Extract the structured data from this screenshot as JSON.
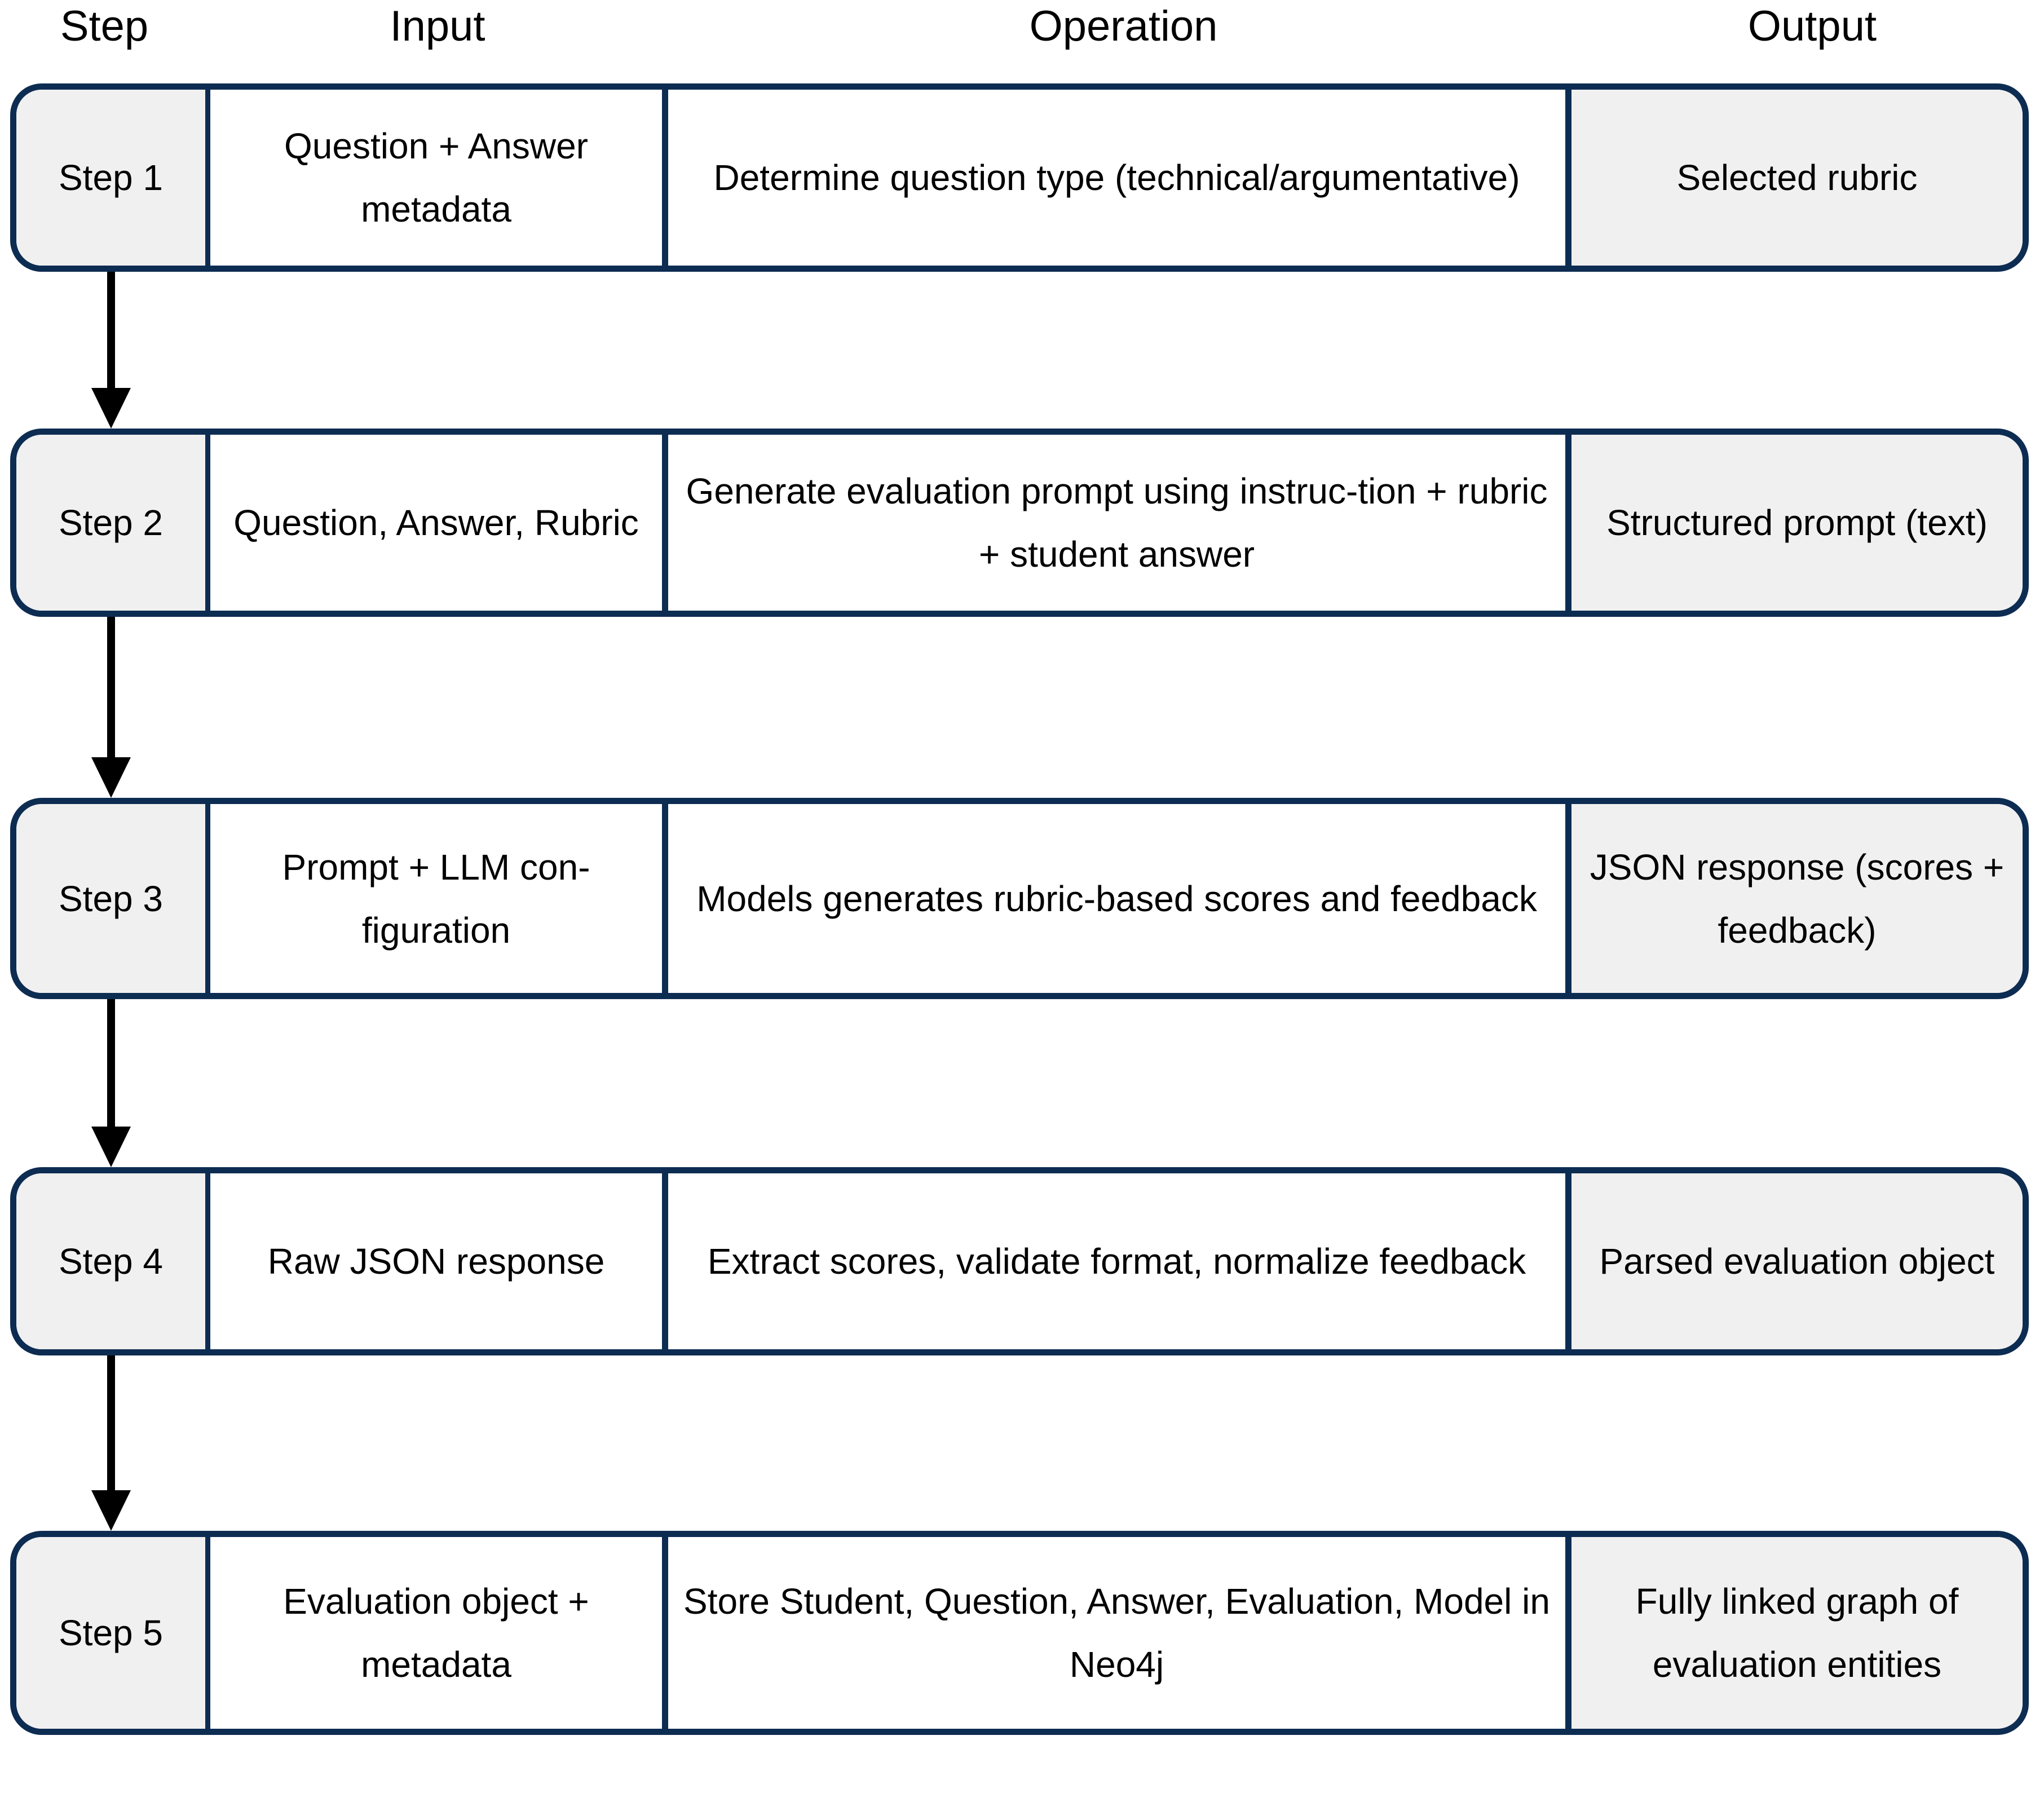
{
  "columns": {
    "step": "Step",
    "input": "Input",
    "operation": "Operation",
    "output": "Output"
  },
  "colors": {
    "border": "#0d2c52",
    "cell_fill_gray": "#f0f0f0",
    "cell_fill_white": "#ffffff",
    "arrow": "#000000",
    "text": "#000000"
  },
  "rows": [
    {
      "step": "Step 1",
      "input": "Question + Answer metadata",
      "operation": "Determine question type (technical/argumentative)",
      "output": "Selected rubric"
    },
    {
      "step": "Step 2",
      "input": "Question, Answer, Rubric",
      "operation": "Generate evaluation prompt using instruc-tion + rubric + student answer",
      "output": "Structured prompt (text)"
    },
    {
      "step": "Step 3",
      "input": "Prompt + LLM con-figuration",
      "operation": "Models generates rubric-based scores and feedback",
      "output": "JSON response (scores + feedback)"
    },
    {
      "step": "Step 4",
      "input": "Raw JSON response",
      "operation": "Extract scores, validate format, normalize feedback",
      "output": "Parsed evaluation object"
    },
    {
      "step": "Step 5",
      "input": "Evaluation object + metadata",
      "operation": "Store Student, Question, Answer, Evaluation, Model in Neo4j",
      "output": "Fully linked graph of evaluation entities"
    }
  ],
  "connectors": [
    {
      "from": "Step 1",
      "to": "Step 2",
      "icon": "down-arrow-icon"
    },
    {
      "from": "Step 2",
      "to": "Step 3",
      "icon": "down-arrow-icon"
    },
    {
      "from": "Step 3",
      "to": "Step 4",
      "icon": "down-arrow-icon"
    },
    {
      "from": "Step 4",
      "to": "Step 5",
      "icon": "down-arrow-icon"
    }
  ]
}
